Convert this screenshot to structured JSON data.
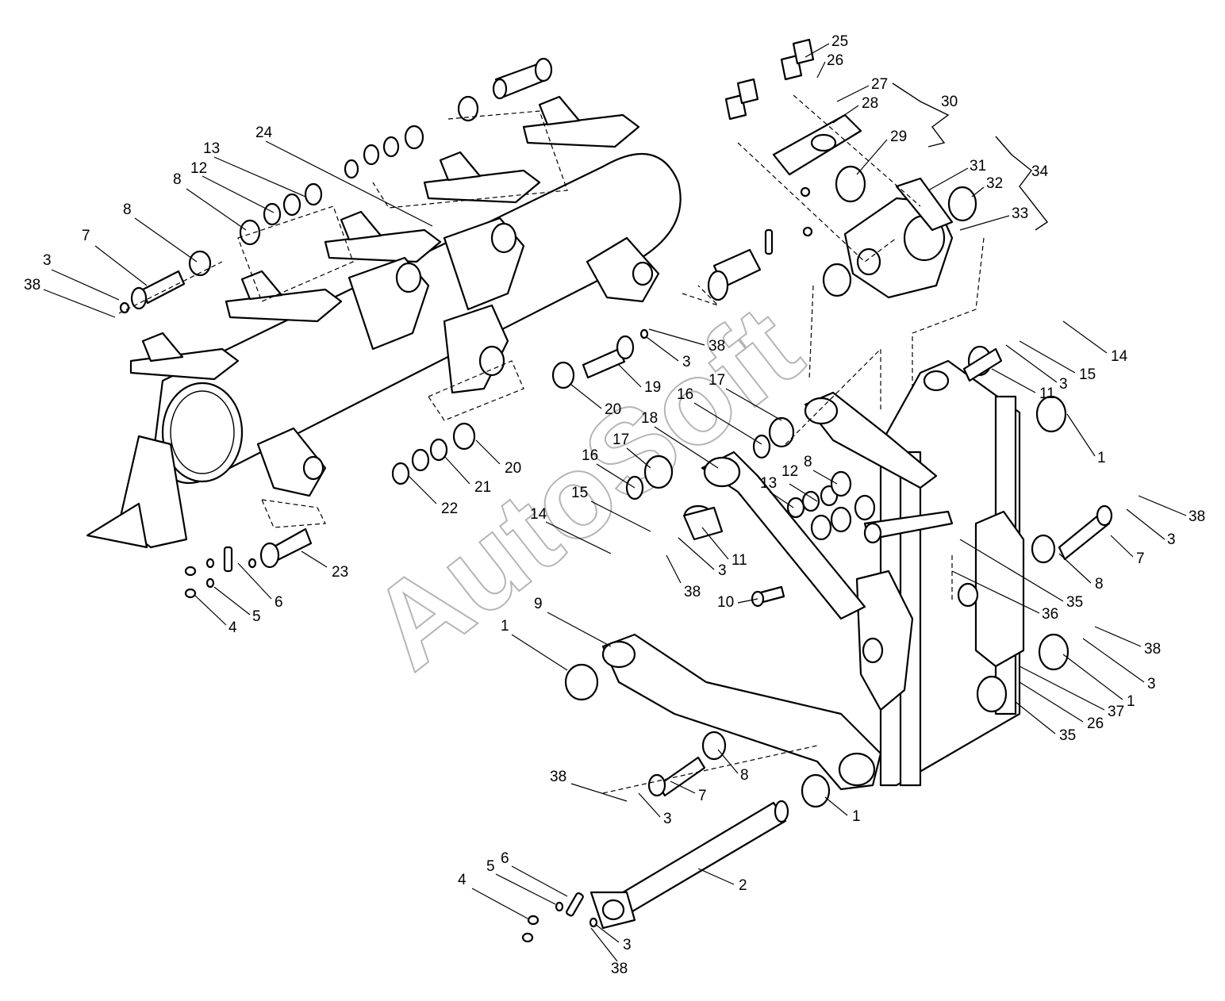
{
  "watermark": "AutoSoft",
  "callouts": [
    "1",
    "2",
    "3",
    "4",
    "5",
    "6",
    "7",
    "8",
    "9",
    "10",
    "11",
    "12",
    "13",
    "14",
    "15",
    "16",
    "17",
    "18",
    "19",
    "20",
    "21",
    "22",
    "23",
    "24",
    "25",
    "26",
    "27",
    "28",
    "29",
    "30",
    "31",
    "32",
    "33",
    "34",
    "35",
    "36",
    "37",
    "38"
  ],
  "labels": [
    "25",
    "26",
    "27",
    "28",
    "30",
    "29",
    "31",
    "32",
    "34",
    "33",
    "24",
    "13",
    "12",
    "8",
    "8",
    "7",
    "3",
    "38",
    "38",
    "3",
    "19",
    "20",
    "17",
    "16",
    "17",
    "18",
    "16",
    "15",
    "14",
    "12",
    "8",
    "13",
    "11",
    "3",
    "38",
    "10",
    "15",
    "14",
    "3",
    "11",
    "1",
    "20",
    "21",
    "22",
    "23",
    "6",
    "5",
    "4",
    "38",
    "3",
    "7",
    "8",
    "35",
    "36",
    "38",
    "3",
    "1",
    "37",
    "26",
    "35",
    "9",
    "1",
    "8",
    "7",
    "38",
    "3",
    "1",
    "2",
    "6",
    "5",
    "4",
    "3",
    "38"
  ]
}
